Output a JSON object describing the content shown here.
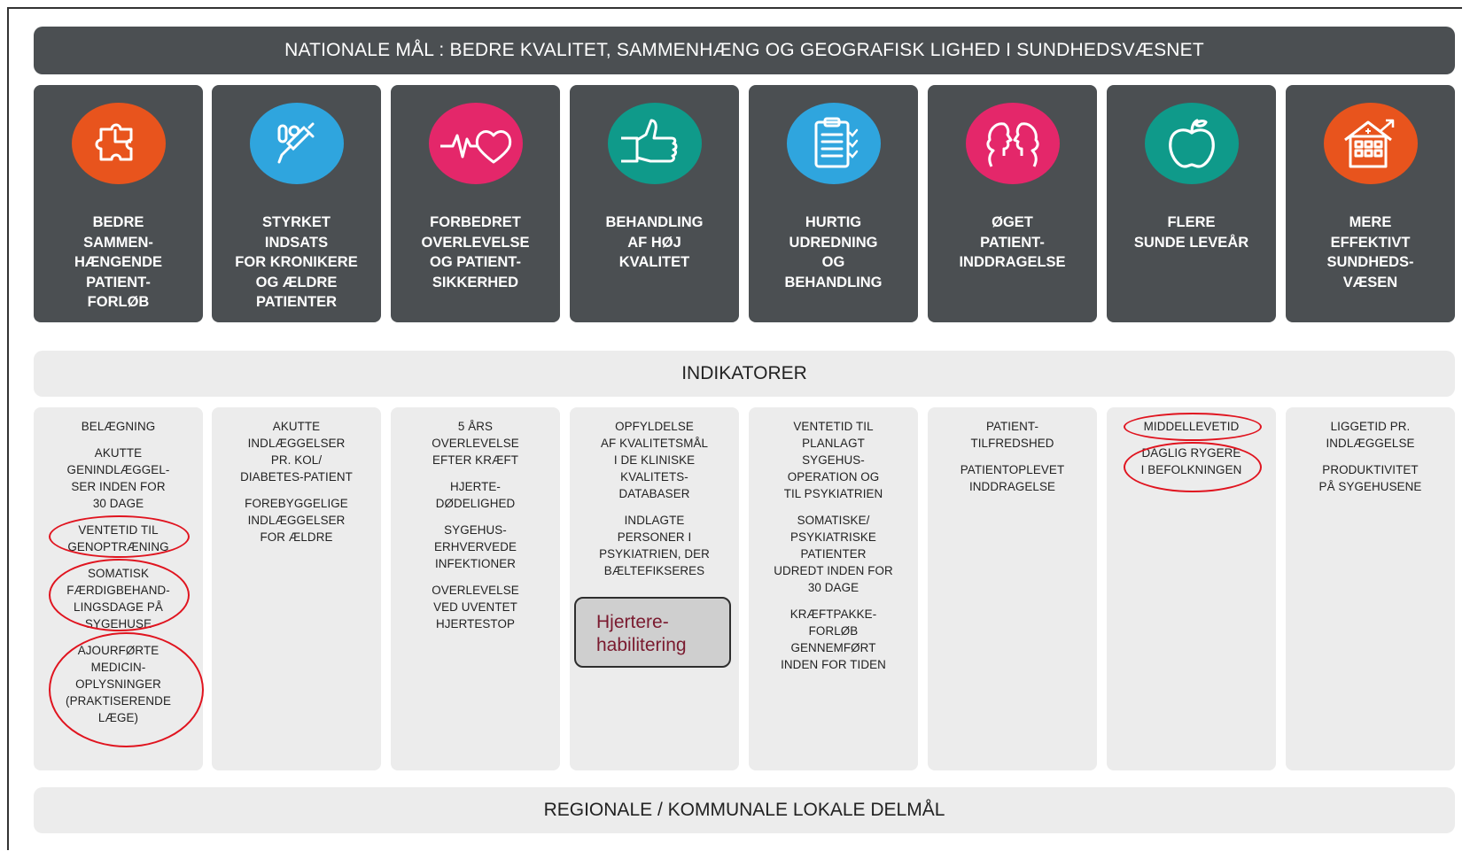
{
  "banner": "NATIONALE MÅL : BEDRE KVALITET, SAMMENHÆNG OG GEOGRAFISK LIGHED I SUNDHEDSVÆSNET",
  "goals": [
    {
      "label": "BEDRE\nSAMMEN-\nHÆNGENDE\nPATIENT-\nFORLØB",
      "icon": "puzzle-icon",
      "color": "#e8541d"
    },
    {
      "label": "STYRKET\nINDSATS\nFOR KRONIKERE\nOG ÆLDRE\nPATIENTER",
      "icon": "syringe-icon",
      "color": "#2fa5de"
    },
    {
      "label": "FORBEDRET\nOVERLEVELSE\nOG PATIENT-\nSIKKERHED",
      "icon": "heartbeat-icon",
      "color": "#e4276a"
    },
    {
      "label": "BEHANDLING\nAF HØJ\nKVALITET",
      "icon": "thumbs-up-icon",
      "color": "#0f9a8a"
    },
    {
      "label": "HURTIG\nUDREDNING\nOG\nBEHANDLING",
      "icon": "checklist-icon",
      "color": "#2fa5de"
    },
    {
      "label": "ØGET\nPATIENT-\nINDDRAGELSE",
      "icon": "faces-icon",
      "color": "#e4276a"
    },
    {
      "label": "FLERE\nSUNDE LEVEÅR",
      "icon": "apple-icon",
      "color": "#0f9a8a"
    },
    {
      "label": "MERE\nEFFEKTIVT\nSUNDHEDS-\nVÆSEN",
      "icon": "hospital-icon",
      "color": "#e8541d"
    }
  ],
  "indicators_header": "INDIKATORER",
  "indicators": [
    [
      "BELÆGNING",
      "AKUTTE\nGENINDLÆGGEL-\nSER INDEN FOR\n30 DAGE",
      "VENTETID TIL\nGENOPTRÆNING",
      "SOMATISK\nFÆRDIGBEHAND-\nLINGSDAGE PÅ\nSYGEHUSE",
      "AJOURFØRTE\nMEDICIN-\nOPLYSNINGER\n(PRAKTISERENDE\nLÆGE)"
    ],
    [
      "AKUTTE\nINDLÆGGELSER\nPR. KOL/\nDIABETES-PATIENT",
      "FOREBYGGELIGE\nINDLÆGGELSER\nFOR ÆLDRE"
    ],
    [
      "5 ÅRS\nOVERLEVELSE\nEFTER KRÆFT",
      "HJERTE-\nDØDELIGHED",
      "SYGEHUS-\nERHVERVEDE\nINFEKTIONER",
      "OVERLEVELSE\nVED UVENTET\nHJERTESTOP"
    ],
    [
      "OPFYLDELSE\nAF KVALITETSMÅL\nI DE KLINISKE\nKVALITETS-\nDATABASER",
      "INDLAGTE\nPERSONER I\nPSYKIATRIEN, DER\nBÆLTEFIKSERES"
    ],
    [
      "VENTETID TIL\nPLANLAGT\nSYGEHUS-\nOPERATION OG\nTIL PSYKIATRIEN",
      "SOMATISKE/\nPSYKIATRISKE\nPATIENTER\nUDREDT INDEN FOR\n30 DAGE",
      "KRÆFTPAKKE-\nFORLØB\nGENNEMFØRT\nINDEN FOR TIDEN"
    ],
    [
      "PATIENT-\nTILFREDSHED",
      "PATIENTOPLEVET\nINDDRAGELSE"
    ],
    [
      "MIDDELLEVETID",
      "DAGLIG RYGERE\nI BEFOLKNINGEN"
    ],
    [
      "LIGGETID PR.\nINDLÆGGELSE",
      "PRODUKTIVITET\nPÅ SYGEHUSENE"
    ]
  ],
  "rehab_box": "Hjertere-\nhabilitering",
  "footer": "REGIONALE / KOMMUNALE LOKALE DELMÅL",
  "colors": {
    "dark_panel": "#4b4f52",
    "light_panel": "#ececec",
    "annotation_red": "#e0141f",
    "rehab_text": "#7a1a2f"
  }
}
